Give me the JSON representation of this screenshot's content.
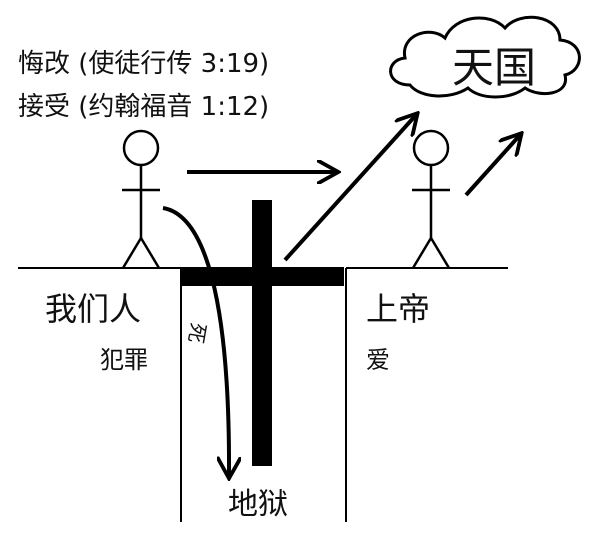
{
  "verses": {
    "repent": "悔改 (使徒行传 3:19)",
    "receive": "接受 (约翰福音 1:12)"
  },
  "heaven_label": "天国",
  "left_side": {
    "title": "我们人",
    "subtitle": "犯罪"
  },
  "right_side": {
    "title": "上帝",
    "subtitle": "爱"
  },
  "death_label": "死",
  "hell_label": "地狱"
}
